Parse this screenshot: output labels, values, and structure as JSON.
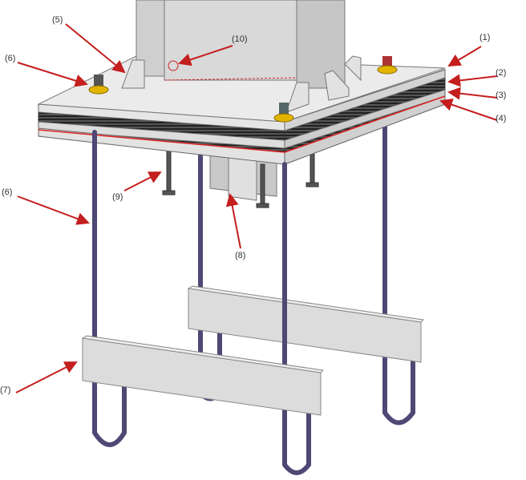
{
  "callouts": [
    {
      "id": "c1",
      "text": "(1)"
    },
    {
      "id": "c2",
      "text": "(2)"
    },
    {
      "id": "c3",
      "text": "(3)"
    },
    {
      "id": "c4",
      "text": "(4)"
    },
    {
      "id": "c5",
      "text": "(5)"
    },
    {
      "id": "c6a",
      "text": "(6)"
    },
    {
      "id": "c6b",
      "text": "(6)"
    },
    {
      "id": "c7",
      "text": "(7)"
    },
    {
      "id": "c8",
      "text": "(8)"
    },
    {
      "id": "c9",
      "text": "(9)"
    },
    {
      "id": "c10",
      "text": "(10)"
    }
  ],
  "colors": {
    "arrow": "#c41e1e",
    "steel": "#d6d6d6",
    "rod": "#5a5280",
    "nut": "#e2b400"
  }
}
